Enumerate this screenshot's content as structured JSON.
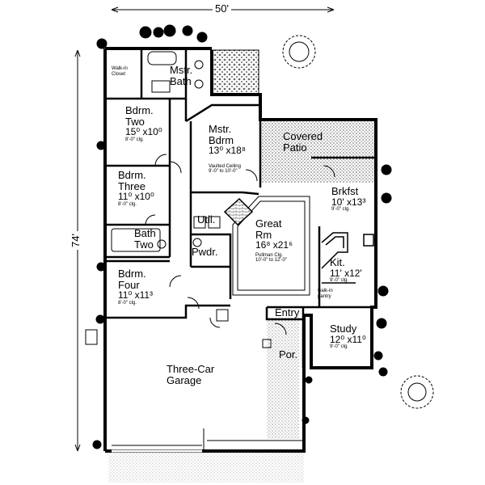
{
  "overall": {
    "width": "50'",
    "depth": "74'"
  },
  "rooms": {
    "walk_in_closet": {
      "name_1": "Walk-in",
      "name_2": "Closet"
    },
    "mstr_bath": {
      "name_1": "Mstr.",
      "name_2": "Bath"
    },
    "bdrm_two": {
      "name_1": "Bdrm.",
      "name_2": "Two",
      "size": "15⁰ x10⁰",
      "ceiling": "8'-0\" clg."
    },
    "mstr_bdrm": {
      "name_1": "Mstr.",
      "name_2": "Bdrm",
      "size": "13⁰ x18⁸",
      "ceiling_1": "Vaulted Ceiling",
      "ceiling_2": "9'-0\" to 10'-0\""
    },
    "covered_patio": {
      "name_1": "Covered",
      "name_2": "Patio"
    },
    "bdrm_three": {
      "name_1": "Bdrm.",
      "name_2": "Three",
      "size": "11⁰ x10⁰",
      "ceiling": "8'-0\" clg."
    },
    "brkfst": {
      "name": "Brkfst",
      "size": "10' x13³",
      "ceiling": "9'-0\" clg."
    },
    "util": {
      "name": "Util."
    },
    "bath_two": {
      "name_1": "Bath",
      "name_2": "Two"
    },
    "great_rm": {
      "name_1": "Great",
      "name_2": "Rm",
      "size": "16⁸ x21⁶",
      "ceiling_1": "Pullman Clg.",
      "ceiling_2": "10'-0\" to 12'-0\""
    },
    "kit": {
      "name": "Kit.",
      "size": "11' x12'",
      "ceiling": "9'-0\" clg."
    },
    "pwdr": {
      "name": "Pwdr."
    },
    "walk_in_pantry": {
      "name_1": "walk-in",
      "name_2": "pantry"
    },
    "bdrm_four": {
      "name_1": "Bdrm.",
      "name_2": "Four",
      "size": "11⁰ x11³",
      "ceiling": "8'-0\" clg."
    },
    "entry": {
      "name": "Entry"
    },
    "study": {
      "name": "Study",
      "size": "12⁰ x11⁰",
      "ceiling": "9'-0\" clg."
    },
    "por": {
      "name": "Por."
    },
    "garage": {
      "name_1": "Three-Car",
      "name_2": "Garage"
    }
  }
}
